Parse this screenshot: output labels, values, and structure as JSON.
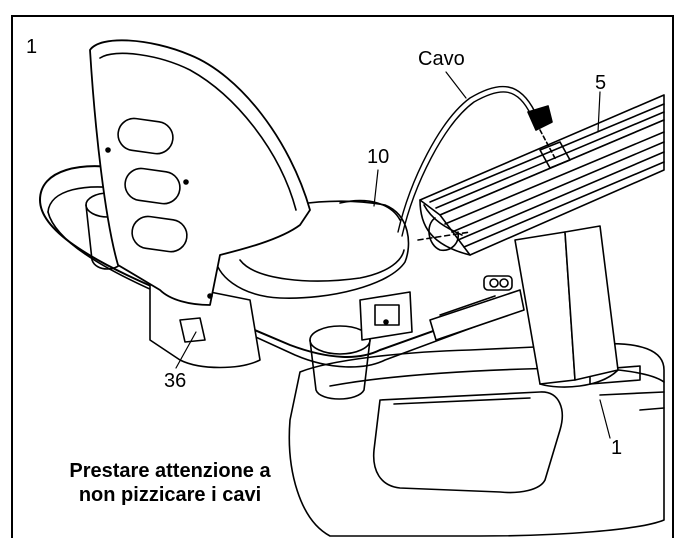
{
  "step_number": "1",
  "labels": {
    "cable": "Cavo",
    "part_5": "5",
    "part_10": "10",
    "part_36": "36",
    "part_1": "1"
  },
  "caution": {
    "line1": "Prestare attenzione a",
    "line2": "non pizzicare i cavi"
  }
}
